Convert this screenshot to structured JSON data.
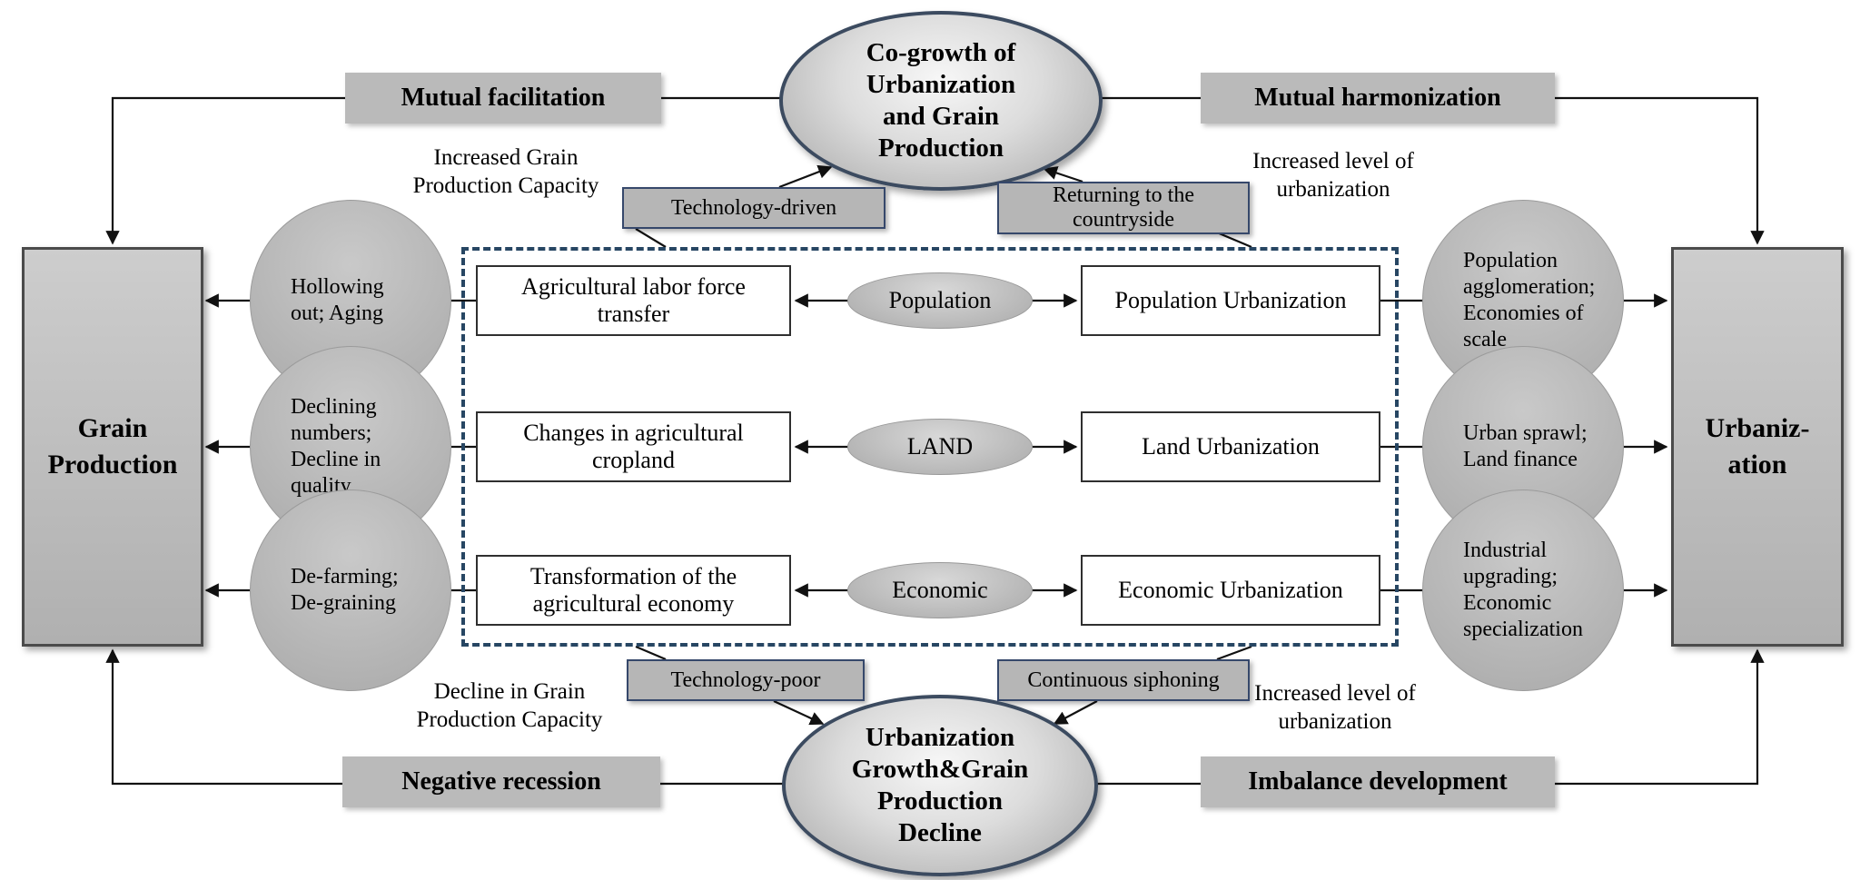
{
  "colors": {
    "node_gray": "#bababa",
    "ellipse_border": "#3c4b60",
    "tag_border": "#36486b",
    "dashed_border": "#274663",
    "line": "#111111",
    "white_box_border": "#2f2f2f"
  },
  "top": {
    "ellipse": "Co-growth of\nUrbanization\nand Grain\nProduction",
    "left_label": "Mutual facilitation",
    "right_label": "Mutual harmonization"
  },
  "bottom": {
    "ellipse": "Urbanization\nGrowth&Grain\nProduction\nDecline",
    "left_label": "Negative recession",
    "right_label": "Imbalance development"
  },
  "sides": {
    "left": "Grain\nProduction",
    "right": "Urbaniz-\nation"
  },
  "annotations": {
    "top_left": "Increased Grain\nProduction Capacity",
    "top_right": "Increased level of\nurbanization",
    "bottom_left": "Decline in Grain\nProduction Capacity",
    "bottom_right": "Increased level of\nurbanization"
  },
  "tags": {
    "technology_driven": "Technology-driven",
    "returning_countryside": "Returning to the\ncountryside",
    "technology_poor": "Technology-poor",
    "continuous_siphoning": "Continuous siphoning"
  },
  "rows": [
    {
      "left_circle": "Hollowing\nout; Aging",
      "left_box": "Agricultural labor force\ntransfer",
      "center": "Population",
      "right_box": "Population Urbanization",
      "right_circle": "Population\nagglomeration;\nEconomies of\nscale"
    },
    {
      "left_circle": "Declining\nnumbers;\nDecline in\nquality",
      "left_box": "Changes in agricultural\ncropland",
      "center": "LAND",
      "right_box": "Land Urbanization",
      "right_circle": "Urban sprawl;\nLand finance"
    },
    {
      "left_circle": "De-farming;\nDe-graining",
      "left_box": "Transformation of the\nagricultural economy",
      "center": "Economic",
      "right_box": "Economic Urbanization",
      "right_circle": "Industrial\nupgrading;\nEconomic\nspecialization"
    }
  ]
}
